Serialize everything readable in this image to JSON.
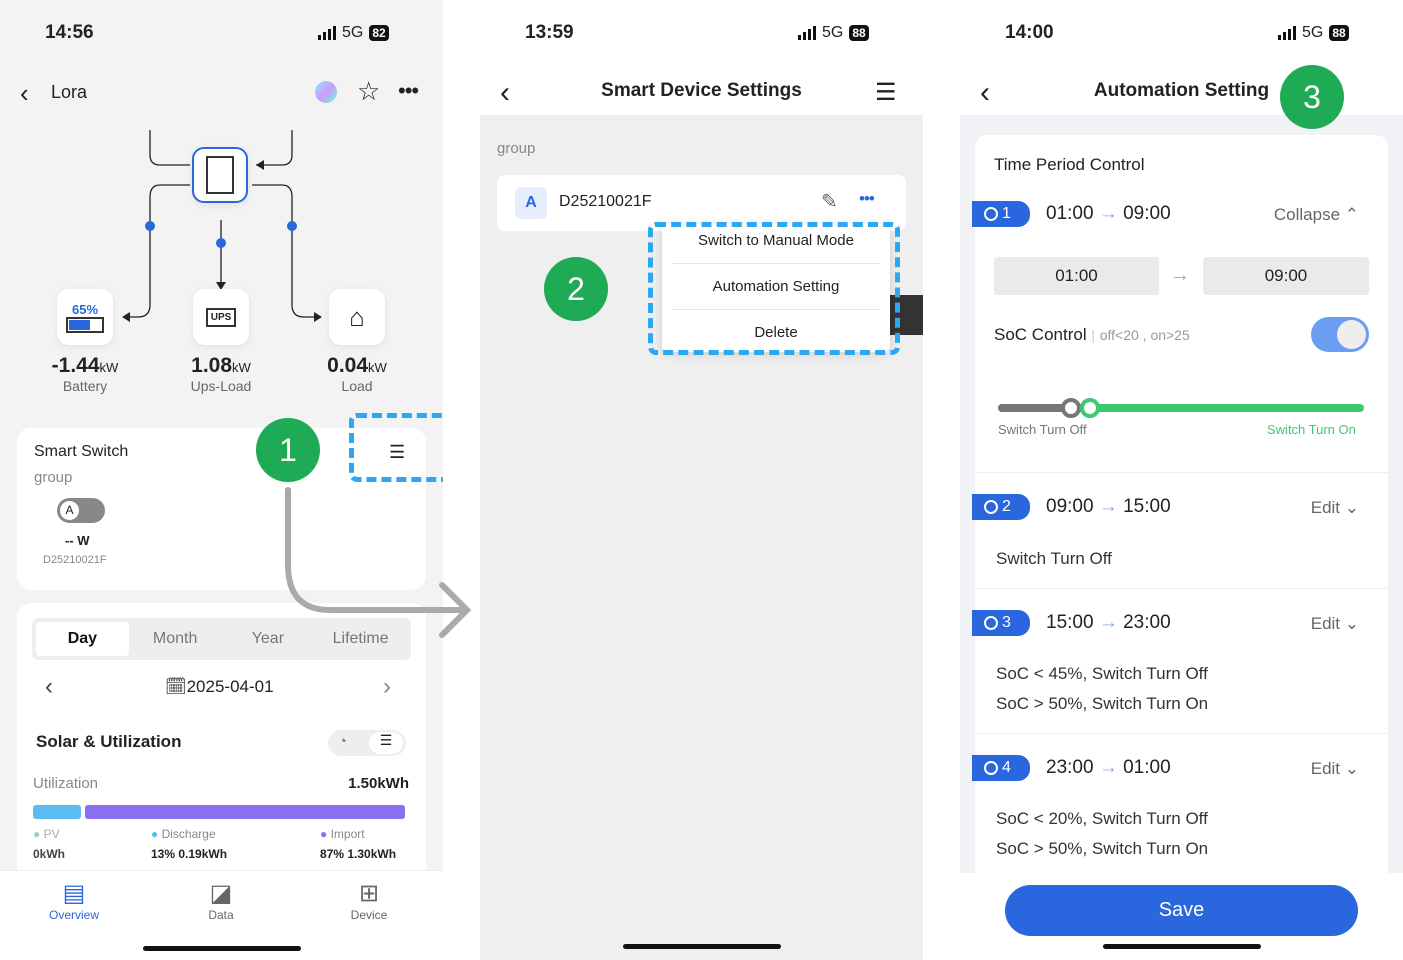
{
  "screen1": {
    "time": "14:56",
    "network": "5G",
    "battery": "82",
    "title": "Lora",
    "battery_pct": "65%",
    "battery_kw": "-1.44",
    "battery_label": "Battery",
    "ups_icon": "UPS",
    "ups_kw": "1.08",
    "ups_label": "Ups-Load",
    "load_kw": "0.04",
    "load_label": "Load",
    "unit": "kW",
    "smart_switch": {
      "title": "Smart Switch",
      "group": "group",
      "toggle": "A",
      "power": "-- W",
      "device_id": "D25210021F"
    },
    "tabs": [
      "Day",
      "Month",
      "Year",
      "Lifetime"
    ],
    "date": "2025-04-01",
    "section_title": "Solar & Utilization",
    "utilization_label": "Utilization",
    "utilization_total": "1.50kWh",
    "legend": [
      {
        "name": "PV",
        "value": "0kWh",
        "color": "#8fdcaa"
      },
      {
        "name": "Discharge",
        "value": "13% 0.19kWh",
        "color": "#5bbcf2"
      },
      {
        "name": "Import",
        "value": "87% 1.30kWh",
        "color": "#8a6ff0"
      }
    ],
    "utilization_split": {
      "discharge": 13,
      "import": 87
    },
    "nav": [
      "Overview",
      "Data",
      "Device"
    ],
    "step": "1"
  },
  "screen2": {
    "time": "13:59",
    "network": "5G",
    "battery": "88",
    "title": "Smart Device Settings",
    "group": "group",
    "device": "D25210021F",
    "device_icon": "A",
    "menu": [
      "Switch to Manual Mode",
      "Automation Setting",
      "Delete"
    ],
    "step": "2"
  },
  "screen3": {
    "time": "14:00",
    "network": "5G",
    "battery": "88",
    "title": "Automation Setting",
    "step": "3",
    "section": "Time Period Control",
    "periods": [
      {
        "n": "1",
        "start": "01:00",
        "end": "09:00",
        "action": "Collapse",
        "lines": []
      },
      {
        "n": "2",
        "start": "09:00",
        "end": "15:00",
        "action": "Edit",
        "lines": [
          "Switch Turn Off"
        ]
      },
      {
        "n": "3",
        "start": "15:00",
        "end": "23:00",
        "action": "Edit",
        "lines": [
          "SoC < 45%,  Switch Turn Off",
          "SoC > 50%,  Switch Turn On"
        ]
      },
      {
        "n": "4",
        "start": "23:00",
        "end": "01:00",
        "action": "Edit",
        "lines": [
          "SoC < 20%,  Switch Turn Off",
          "SoC > 50%,  Switch Turn On"
        ]
      }
    ],
    "soc_label": "SoC Control",
    "soc_hint": "off<20 , on>25",
    "soc_enabled": true,
    "slider_off": 20,
    "slider_on": 25,
    "slider_off_label": "Switch Turn Off",
    "slider_on_label": "Switch Turn On",
    "save": "Save"
  }
}
